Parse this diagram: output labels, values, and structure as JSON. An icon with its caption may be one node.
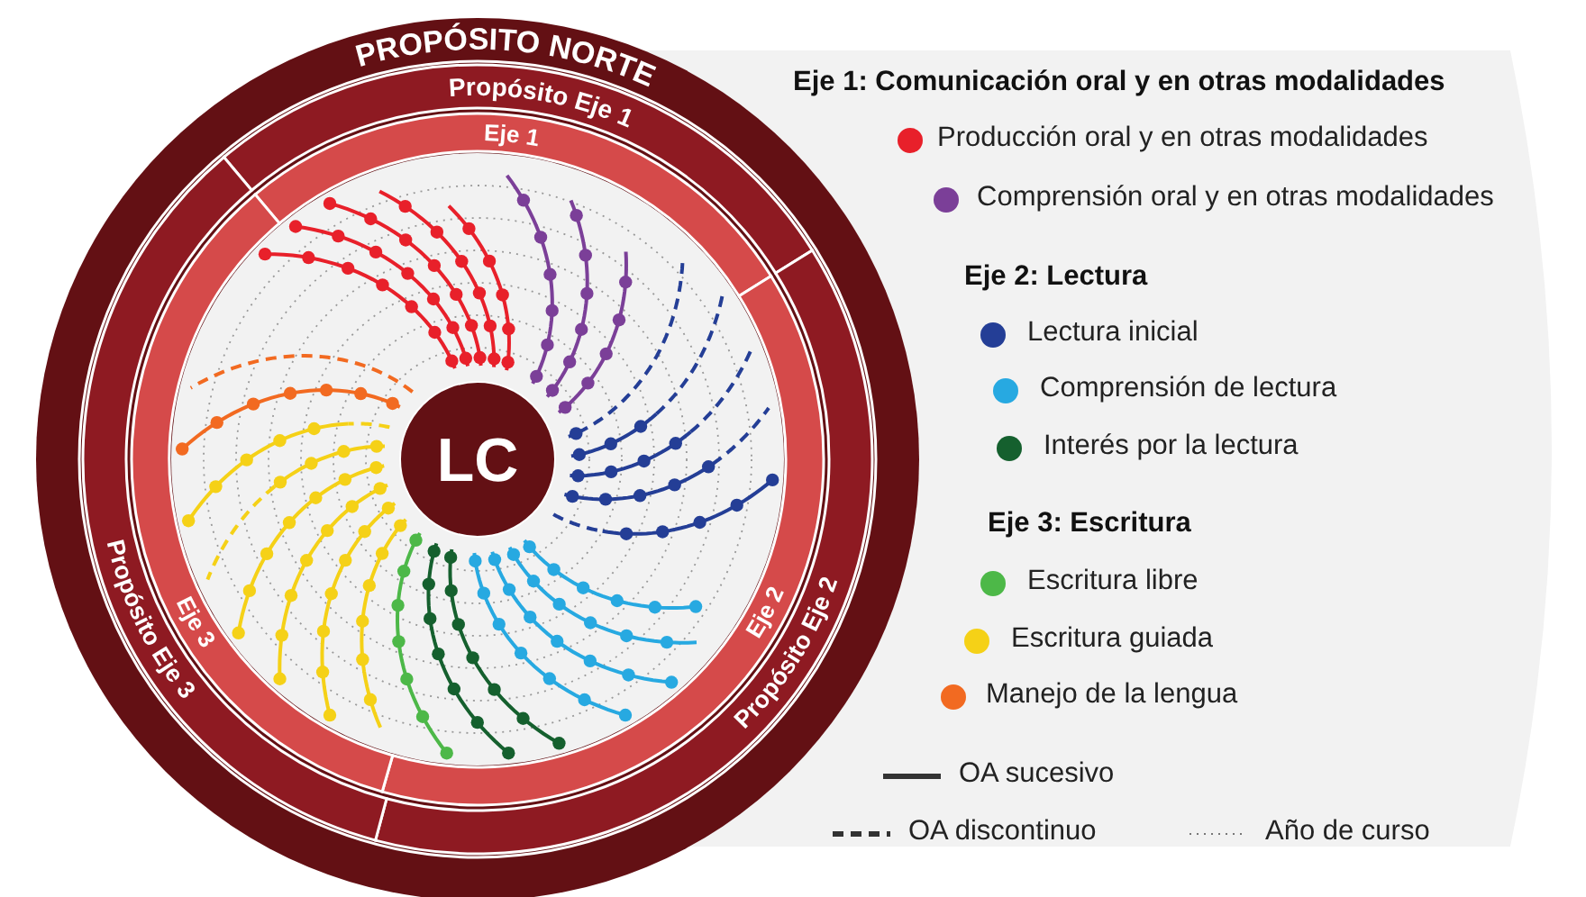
{
  "diagram": {
    "nodes": [
      {
        "text": [
          "PROPÓSITO NORTE"
        ]
      },
      {
        "text": [
          "Propósito Eje 1"
        ],
        "in": 0
      },
      {
        "text": [
          "Propósito Eje 2"
        ],
        "in": 0
      },
      {
        "text": [
          "Propósito Eje 3"
        ],
        "in": 0
      },
      {
        "text": [
          "Eje 1"
        ],
        "in": 0
      },
      {
        "text": [
          "Eje 2"
        ],
        "in": 0
      },
      {
        "text": [
          "Eje 3"
        ],
        "in": 0
      },
      {
        "text": [
          "LC"
        ],
        "in": 0
      }
    ],
    "edges": [],
    "labels": [
      "Eje 1: Comunicación oral y en otras modalidades",
      "Eje 2: Lectura",
      "Eje 3: Escritura"
    ],
    "legend": [
      {
        "text": "Producción oral y en otras modalidades",
        "color": "#e8202a"
      },
      {
        "text": "Comprensión oral y en otras modalidades",
        "color": "#7b3f98"
      },
      {
        "text": "Lectura inicial",
        "color": "#243e96"
      },
      {
        "text": "Comprensión de lectura",
        "color": "#27a9e1"
      },
      {
        "text": "Interés por la lectura",
        "color": "#15602e"
      },
      {
        "text": "Escritura libre",
        "color": "#4db848"
      },
      {
        "text": "Escritura guiada",
        "color": "#f5d117"
      },
      {
        "text": "Manejo de la lengua",
        "color": "#f26a21"
      },
      {
        "text": "OA sucesivo"
      },
      {
        "text": "OA discontinuo"
      },
      {
        "text": "Año de curso"
      }
    ]
  }
}
